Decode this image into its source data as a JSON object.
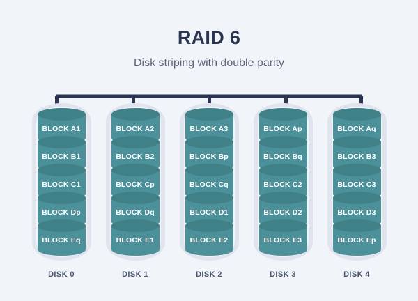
{
  "header": {
    "title": "RAID 6",
    "subtitle": "Disk striping with double parity"
  },
  "colors": {
    "background": "#f1f4f8",
    "title": "#2b3450",
    "subtitle": "#5a6478",
    "bus": "#2b3450",
    "shell": "#dfe4ee",
    "cylinder_body": "#4c9099",
    "cylinder_top": "#408188",
    "block_label": "#ffffff",
    "disk_label": "#4a5670"
  },
  "diagram": {
    "type": "raid-disk-array",
    "connector_label": "bus-bar",
    "disks": [
      {
        "label": "DISK 0",
        "blocks": [
          "BLOCK A1",
          "BLOCK B1",
          "BLOCK C1",
          "BLOCK Dp",
          "BLOCK Eq"
        ]
      },
      {
        "label": "DISK 1",
        "blocks": [
          "BLOCK A2",
          "BLOCK B2",
          "BLOCK Cp",
          "BLOCK Dq",
          "BLOCK E1"
        ]
      },
      {
        "label": "DISK 2",
        "blocks": [
          "BLOCK A3",
          "BLOCK Bp",
          "BLOCK Cq",
          "BLOCK D1",
          "BLOCK E2"
        ]
      },
      {
        "label": "DISK 3",
        "blocks": [
          "BLOCK Ap",
          "BLOCK Bq",
          "BLOCK C2",
          "BLOCK D2",
          "BLOCK E3"
        ]
      },
      {
        "label": "DISK 4",
        "blocks": [
          "BLOCK Aq",
          "BLOCK B3",
          "BLOCK C3",
          "BLOCK D3",
          "BLOCK Ep"
        ]
      }
    ]
  }
}
